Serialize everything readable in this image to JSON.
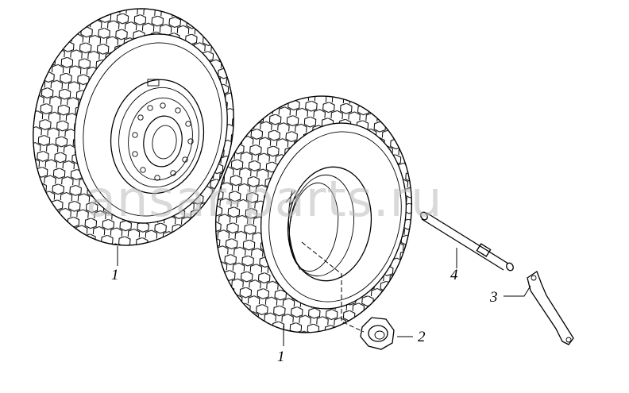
{
  "labels": {
    "tire_left": "1",
    "tire_right": "1",
    "nut": "2",
    "bracket": "3",
    "rod": "4"
  },
  "watermark": "ansar-parts.ru",
  "colors": {
    "line": "#000000",
    "background": "#ffffff",
    "watermark": "#b9b9b9"
  }
}
